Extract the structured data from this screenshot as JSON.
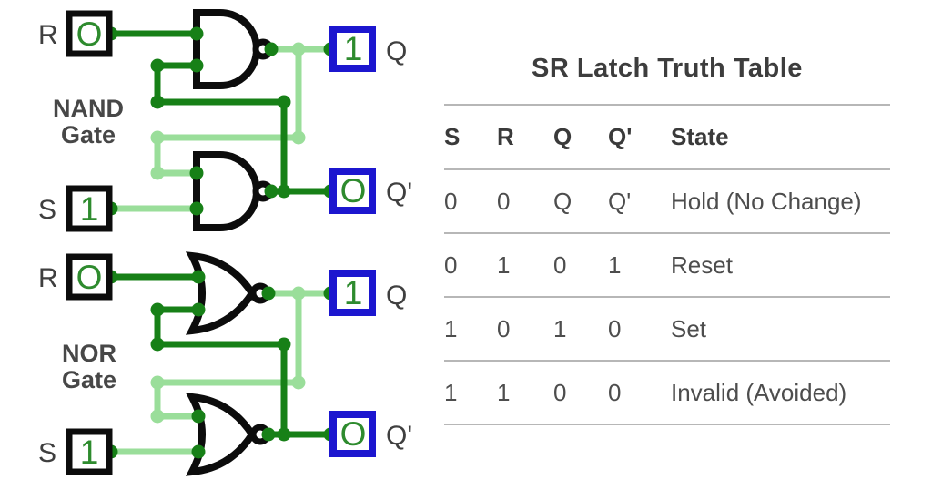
{
  "colors": {
    "wire_logic0_dark_green": "#178017",
    "wire_logic1_light_green": "#9ade9a",
    "box_value_green": "#2e8b2e",
    "output_box_blue": "#1c16cf",
    "gate_black": "#0c0c0c",
    "io_label_gray": "#3f3f3f",
    "gate_name_gray": "#474747",
    "table_text_gray": "#4d4d4d",
    "divider_gray": "#b7b7b7"
  },
  "nand_latch": {
    "name_line1": "NAND",
    "name_line2": "Gate",
    "input_r": {
      "label": "R",
      "value": "O"
    },
    "input_s": {
      "label": "S",
      "value": "1"
    },
    "output_q": {
      "label": "Q",
      "value": "1"
    },
    "output_qbar": {
      "label": "Q'",
      "value": "O"
    }
  },
  "nor_latch": {
    "name_line1": "NOR",
    "name_line2": "Gate",
    "input_r": {
      "label": "R",
      "value": "O"
    },
    "input_s": {
      "label": "S",
      "value": "1"
    },
    "output_q": {
      "label": "Q",
      "value": "1"
    },
    "output_qbar": {
      "label": "Q'",
      "value": "O"
    }
  },
  "truth_table": {
    "title": "SR Latch Truth Table",
    "headers": [
      "S",
      "R",
      "Q",
      "Q'",
      "State"
    ],
    "rows": [
      [
        "0",
        "0",
        "Q",
        "Q'",
        "Hold (No Change)"
      ],
      [
        "0",
        "1",
        "0",
        "1",
        "Reset"
      ],
      [
        "1",
        "0",
        "1",
        "0",
        "Set"
      ],
      [
        "1",
        "1",
        "0",
        "0",
        "Invalid (Avoided)"
      ]
    ]
  }
}
